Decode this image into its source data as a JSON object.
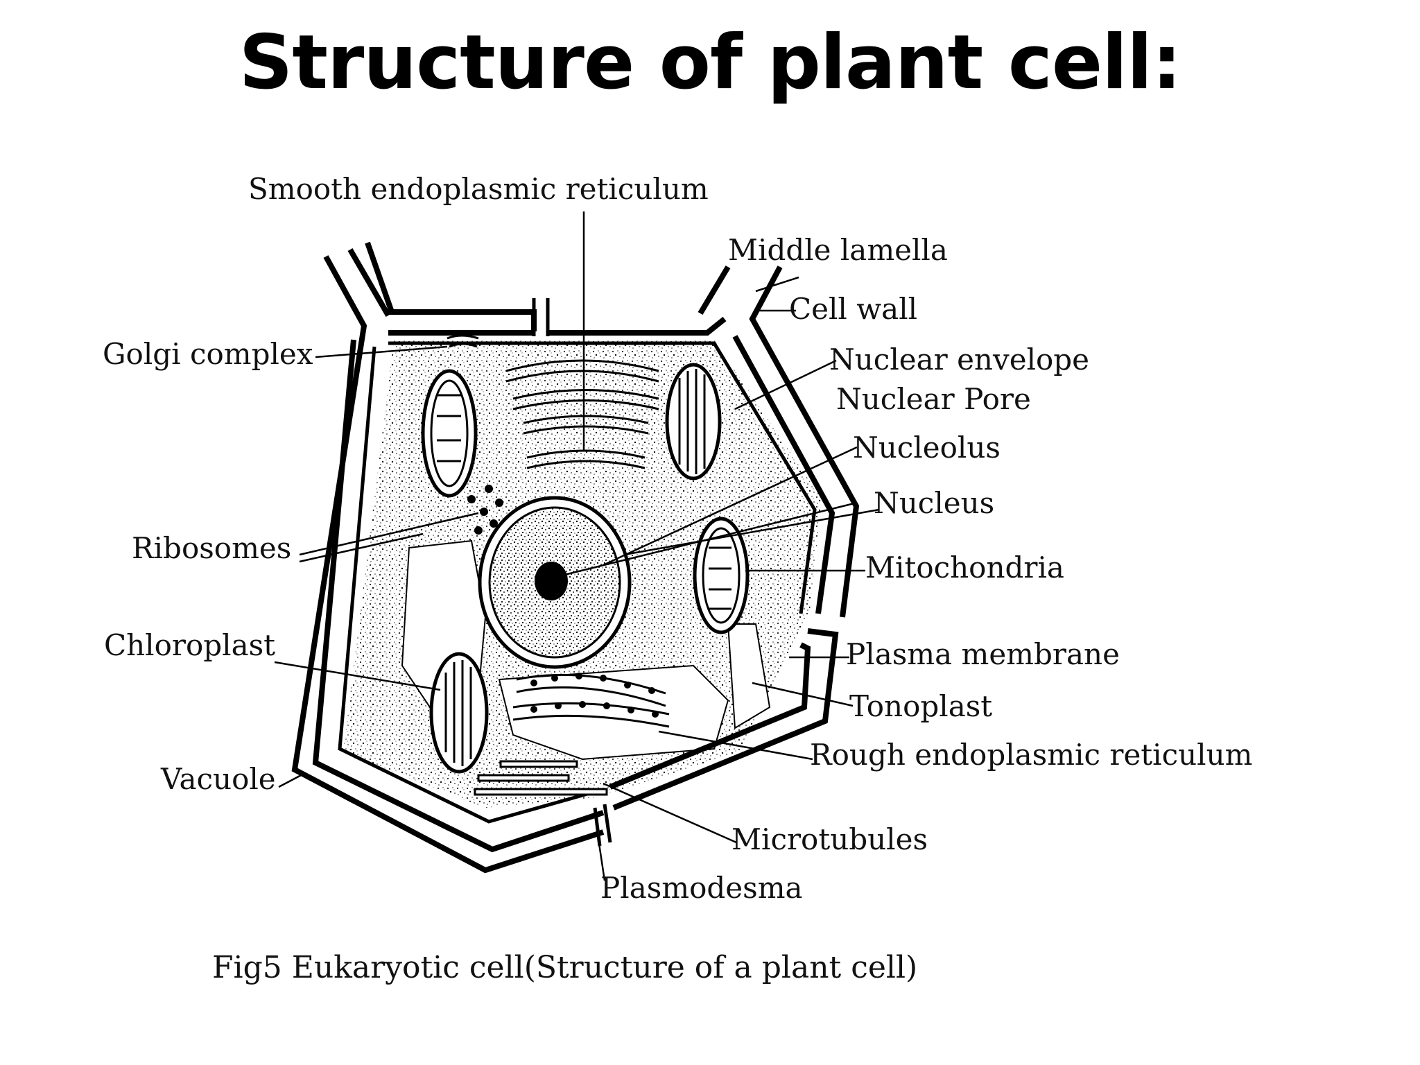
{
  "title": "Structure of plant cell:",
  "labels": {
    "smooth_er": "Smooth endoplasmic reticulum",
    "middle_lamella": "Middle lamella",
    "cell_wall": "Cell wall",
    "golgi": "Golgi complex",
    "nuclear_envelope": "Nuclear envelope",
    "nuclear_pore": "Nuclear Pore",
    "nucleolus": "Nucleolus",
    "nucleus": "Nucleus",
    "ribosomes": "Ribosomes",
    "mitochondria": "Mitochondria",
    "chloroplast": "Chloroplast",
    "plasma_membrane": "Plasma membrane",
    "tonoplast": "Tonoplast",
    "rough_er": "Rough endoplasmic reticulum",
    "vacuole": "Vacuole",
    "microtubules": "Microtubules",
    "plasmodesma": "Plasmodesma"
  },
  "caption": "Fig5 Eukaryotic cell(Structure of a plant cell)"
}
